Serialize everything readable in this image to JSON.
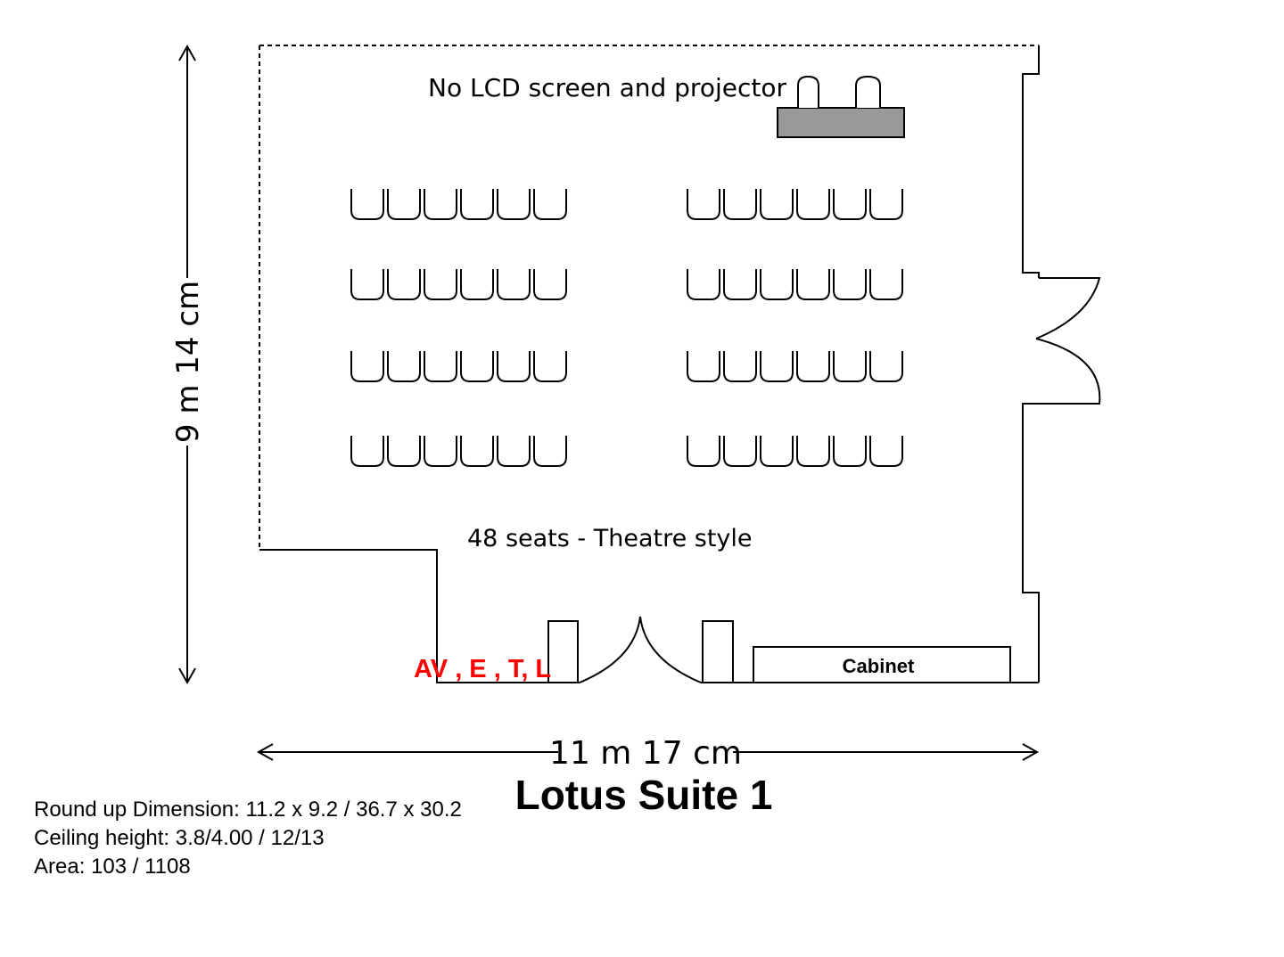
{
  "room": {
    "title": "Lotus Suite 1",
    "screen_note": "No LCD screen and projector",
    "seating_note": "48 seats - Theatre style",
    "cabinet_label": "Cabinet",
    "services_label": "AV , E , T, L",
    "seat_glyph": "U",
    "seat_rows": 4,
    "seats_per_block_row": 6,
    "seat_blocks": 2
  },
  "dimensions": {
    "height_label": "9 m 14 cm",
    "width_label": "11 m 17 cm"
  },
  "info": {
    "round_up": "Round up Dimension: 11.2 x 9.2 / 36.7 x 30.2",
    "ceiling": "Ceiling height: 3.8/4.00 / 12/13",
    "area": "Area: 103 / 1108"
  },
  "colors": {
    "line": "#000000",
    "projector_fill": "#999999",
    "services_text": "#ff0000"
  }
}
